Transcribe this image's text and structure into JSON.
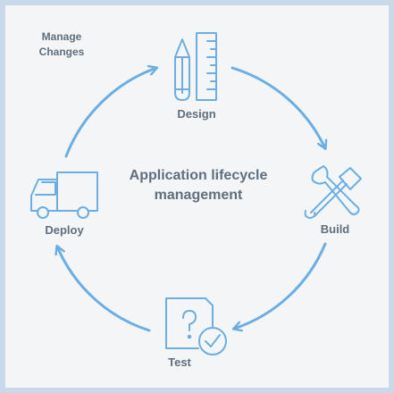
{
  "diagram": {
    "corner_note": "Manage Changes",
    "center_title": "Application lifecycle management",
    "stages": {
      "design": {
        "label": "Design",
        "icon": "pencil-ruler-icon"
      },
      "build": {
        "label": "Build",
        "icon": "wrench-hammer-icon"
      },
      "test": {
        "label": "Test",
        "icon": "question-document-check-icon"
      },
      "deploy": {
        "label": "Deploy",
        "icon": "delivery-truck-icon"
      }
    },
    "colors": {
      "accent": "#6caee2",
      "text": "#5f6f7e",
      "background": "#f3f5f7",
      "border": "#c9d9e9"
    }
  }
}
